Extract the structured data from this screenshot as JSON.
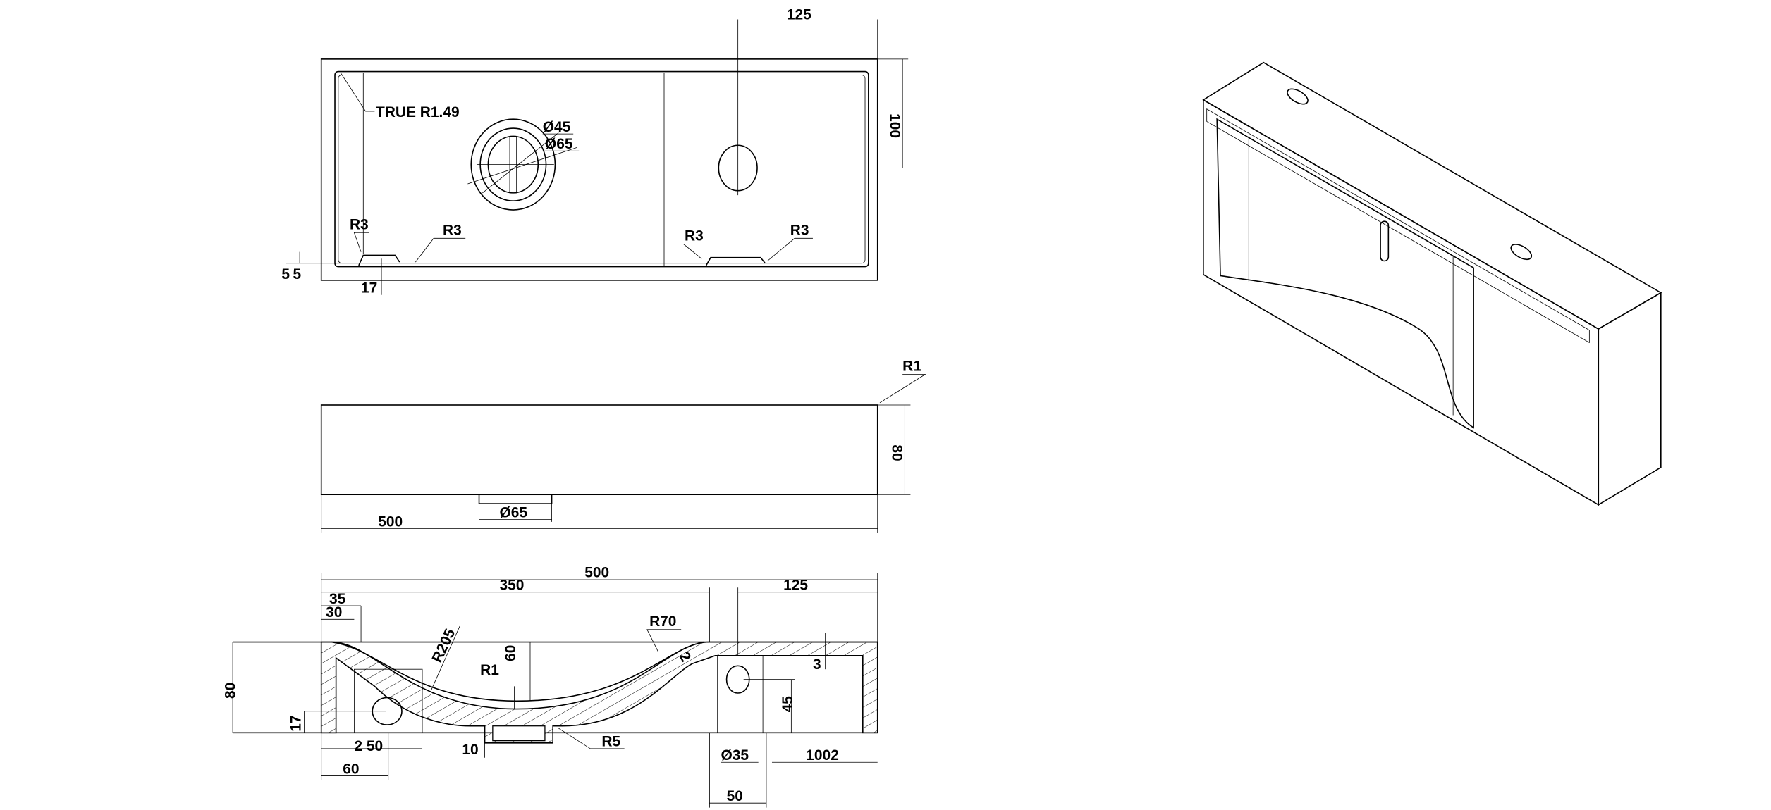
{
  "top_view": {
    "dim_125": "125",
    "dim_100": "100",
    "true_r": "TRUE R1.49",
    "d45": "Ø45",
    "d65": "Ø65",
    "r3_a": "R3",
    "r3_b": "R3",
    "r3_c": "R3",
    "r3_d": "R3",
    "dim_5a": "5",
    "dim_5b": "5",
    "dim_17": "17"
  },
  "side_view": {
    "r1": "R1",
    "dim_80": "80",
    "dim_500": "500",
    "d65": "Ø65"
  },
  "section_view": {
    "dim_500": "500",
    "dim_350": "350",
    "dim_125": "125",
    "dim_35": "35",
    "dim_30": "30",
    "r205": "R205",
    "r70": "R70",
    "r1": "R1",
    "dim_60v": "60",
    "dim_2": "2",
    "dim_3": "3",
    "dim_45": "45",
    "dim_80": "80",
    "dim_17": "17",
    "dim_250": "2 50",
    "dim_10": "10",
    "r5": "R5",
    "d35": "Ø35",
    "dim_1002": "1002",
    "dim_60": "60",
    "dim_50": "50"
  }
}
